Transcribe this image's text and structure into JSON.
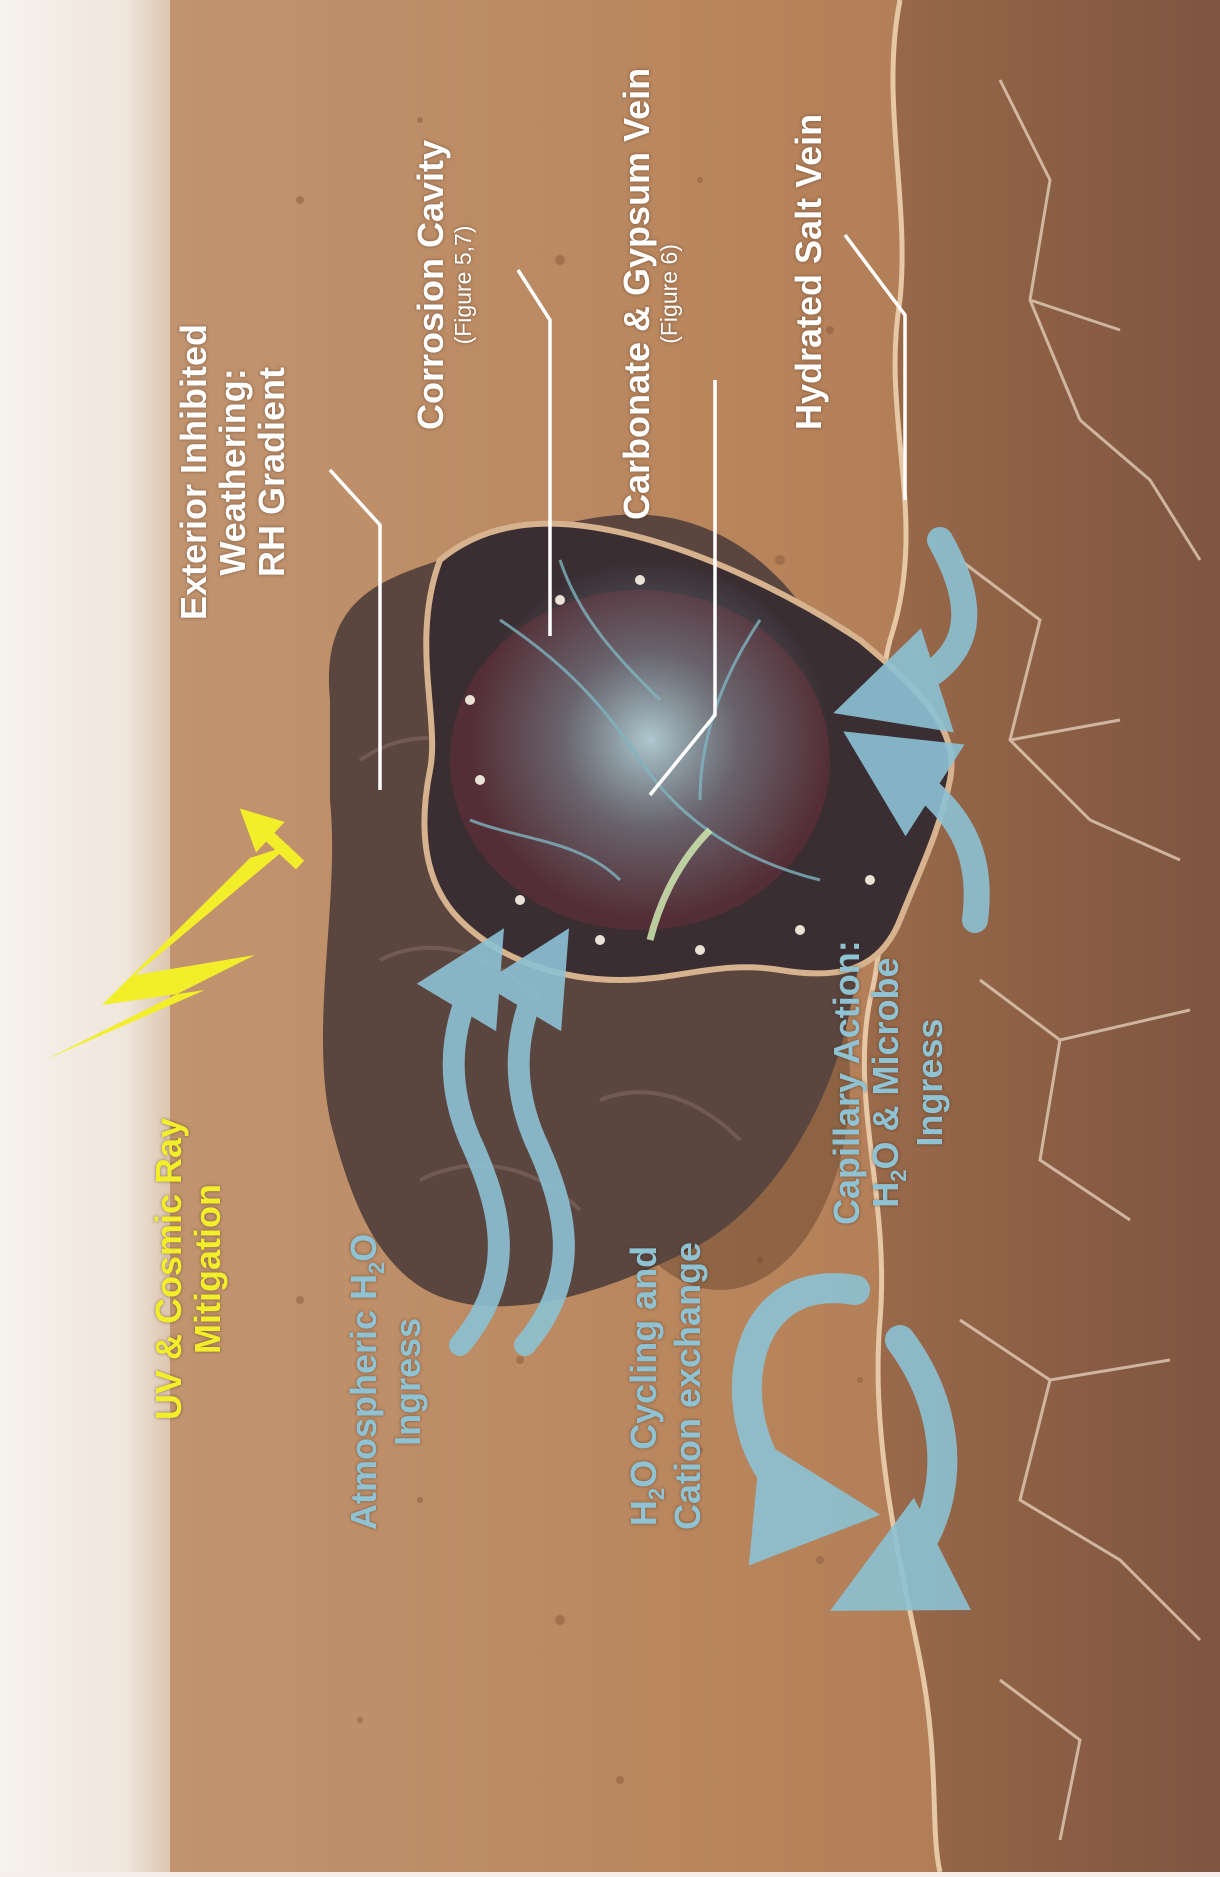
{
  "labels": {
    "exterior": {
      "line1": "Exterior Inhibited",
      "line2": "Weathering:",
      "line3": "RH Gradient"
    },
    "corrosion": {
      "line1": "Corrosion Cavity",
      "ref": "(Figure 5,7)"
    },
    "carbonate": {
      "line1": "Carbonate & Gypsum Vein",
      "ref": "(Figure 6)"
    },
    "salt": {
      "line1": "Hydrated Salt Vein"
    },
    "uv": {
      "line1": "UV & Cosmic Ray",
      "line2": "Mitigation"
    },
    "atmospheric": {
      "line1a": "Atmospheric H",
      "sub": "2",
      "line1b": "O",
      "line2": "Ingress"
    },
    "cycling": {
      "l1a": "H",
      "l1sub": "2",
      "l1b": "O Cycling and",
      "line2": "Cation exchange"
    },
    "capillary": {
      "line1": "Capillary Action:",
      "l2a": "H",
      "l2sub": "2",
      "l2b": "O & Microbe",
      "line3": "Ingress"
    }
  },
  "colors": {
    "sky": "#f4efea",
    "soil": "#b5825a",
    "rock": "#5a463f",
    "cavity": "#3a2e33",
    "water_arrow": "#8cc2d4",
    "uv_bolt": "#f2ee2a",
    "leader_line": "#ffffff"
  }
}
